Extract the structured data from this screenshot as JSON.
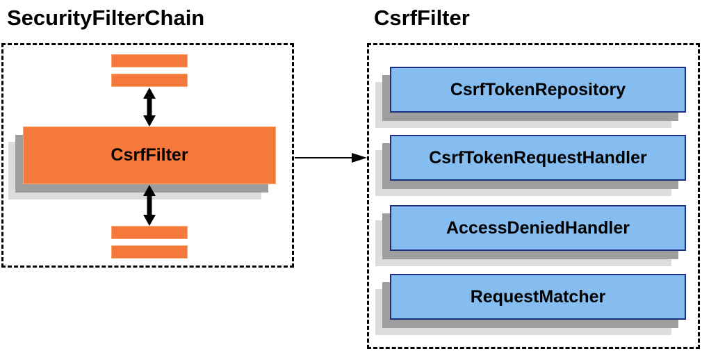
{
  "left": {
    "title": "SecurityFilterChain",
    "node": {
      "label": "CsrfFilter"
    }
  },
  "right": {
    "title": "CsrfFilter",
    "components": [
      {
        "label": "CsrfTokenRepository"
      },
      {
        "label": "CsrfTokenRequestHandler"
      },
      {
        "label": "AccessDeniedHandler"
      },
      {
        "label": "RequestMatcher"
      }
    ]
  },
  "colors": {
    "node_orange": "#F4793B",
    "node_orange_border": "#F9A66F",
    "node_blue": "#85BDF0",
    "node_blue_border": "#1B2F7E",
    "shadow_dark": "#9E9E9E",
    "shadow_light": "#DCDCDC",
    "arrow_black": "#000000",
    "text_black": "#000000"
  }
}
